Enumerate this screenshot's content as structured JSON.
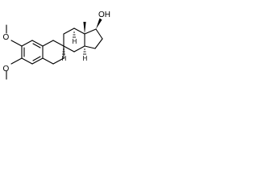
{
  "molecule": {
    "ring_atom_labels": {
      "o_top": "O",
      "o_bottom": "O",
      "oh": "OH"
    },
    "stereo_h_labels": {
      "h8": "H",
      "h9": "H",
      "h14": "H"
    }
  }
}
